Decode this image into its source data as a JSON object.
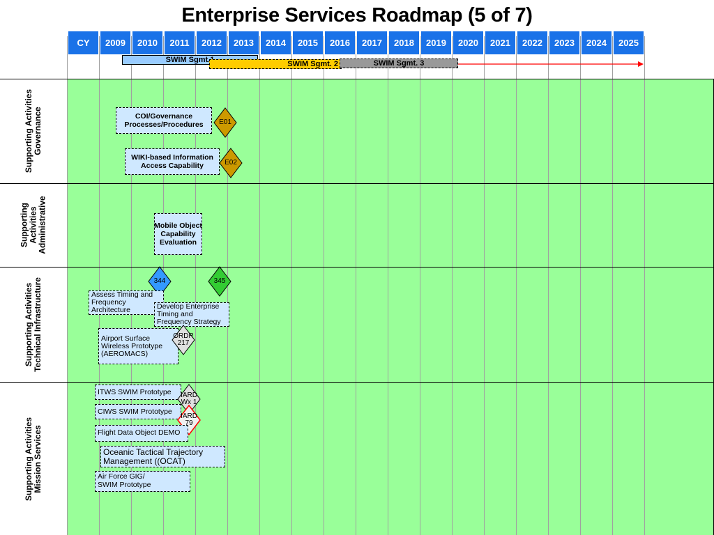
{
  "title": "Enterprise Services Roadmap (5 of 7)",
  "years": [
    "CY",
    "2009",
    "2010",
    "2011",
    "2012",
    "2013",
    "2014",
    "2015",
    "2016",
    "2017",
    "2018",
    "2019",
    "2020",
    "2021",
    "2022",
    "2023",
    "2024",
    "2025"
  ],
  "segments": [
    {
      "label": "SWIM Sgmt.1"
    },
    {
      "label": "SWIM Sgmt. 2"
    },
    {
      "label": "SWIM Sgmt. 3"
    }
  ],
  "bands": [
    {
      "label": "Supporting Activities\nGovernance"
    },
    {
      "label": "Supporting\nActivities\nAdministrative"
    },
    {
      "label": "Supporting Activities\nTechnical Infrastructure"
    },
    {
      "label": "Supporting Activities\nMission Services"
    }
  ],
  "activities": {
    "coi": "COI/Governance\nProcesses/Procedures",
    "wiki": "WIKI-based Information\nAccess Capability",
    "mobile": "Mobile Object\nCapability\nEvaluation",
    "assess": "Assess Timing and\nFrequency\nArchitecture",
    "develop": "Develop Enterprise\nTiming and\nFrequency Strategy",
    "airport": "Airport Surface\nWireless Prototype\n(AEROMACS)",
    "itws": "ITWS SWIM Prototype",
    "ciws": "CIWS SWIM Prototype",
    "flight": "Flight Data Object DEMO",
    "ocat": "Oceanic Tactical Trajectory\nManagement ((OCAT)",
    "airforce": "Air Force GIG/\nSWIM Prototype"
  },
  "milestones": {
    "e01": {
      "label": "E01",
      "color": "#cc9900"
    },
    "e02": {
      "label": "E02",
      "color": "#cc9900"
    },
    "m344": {
      "label": "344",
      "color": "#3399ff"
    },
    "m345": {
      "label": "345",
      "color": "#33cc33"
    },
    "ordr217": {
      "label": "ORDR\n217",
      "color": "#e0e0e0"
    },
    "iard_wx": {
      "label": "IARD\nWx 1",
      "color": "#e0e0e0"
    },
    "iard79": {
      "label": "IARD\n79",
      "color": "#f0f0f0"
    }
  },
  "colors": {
    "year_header": "#1a72e8",
    "grid": "#99ff99",
    "seg1": "#99ccff",
    "seg2": "#ffcc00",
    "seg3": "#999999",
    "arrow": "#ff0000"
  }
}
